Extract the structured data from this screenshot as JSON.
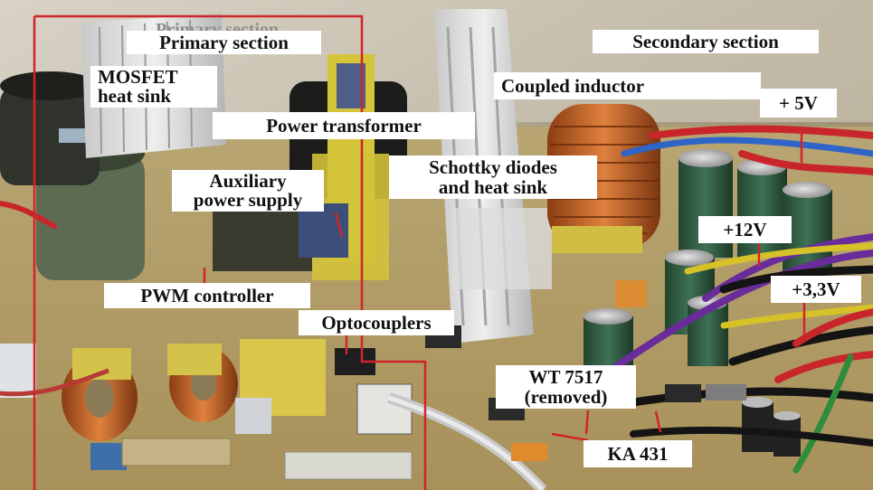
{
  "labels": {
    "primary_section": "Primary section",
    "primary_section_ghost": "Primary section",
    "secondary_section": "Secondary section",
    "mosfet_heat_sink": "MOSFET\nheat sink",
    "power_transformer": "Power transformer",
    "coupled_inductor": "Coupled inductor",
    "plus_5v": "+ 5V",
    "schottky_diodes": "Schottky diodes\nand heat sink",
    "auxiliary_power_supply": "Auxiliary\npower supply",
    "plus_12v": "+12V",
    "plus_3_3v": "+3,3V",
    "pwm_controller": "PWM controller",
    "optocouplers": "Optocouplers",
    "wt7517": "WT 7517\n(removed)",
    "ka431": "KA 431"
  },
  "colors": {
    "outline": "#d0242a",
    "wire_red": "#c8262b",
    "wire_blue": "#2f64c8",
    "wire_purple": "#6a2c9a",
    "wire_yellow": "#d6c228",
    "wire_black": "#141414",
    "capacitor_green": "#2f5b45",
    "copper": "#c9652a",
    "pcb": "#b49b62"
  }
}
